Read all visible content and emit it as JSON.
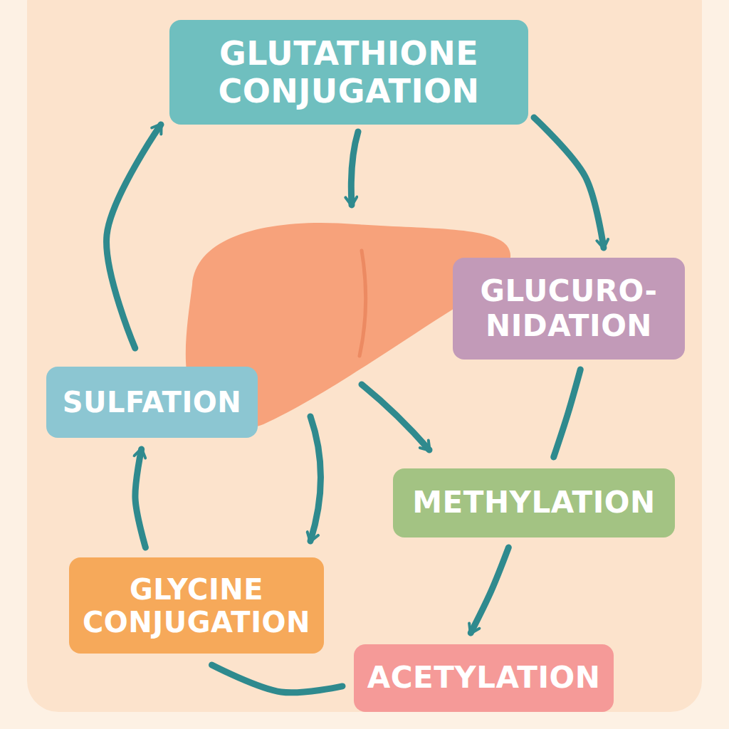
{
  "diagram": {
    "nodes": [
      {
        "text": [
          "GLUTATHIONE CONJUGATION"
        ]
      },
      {
        "text": [
          "GLUCURO- NIDATION"
        ]
      },
      {
        "text": [
          "METHYLATION"
        ]
      },
      {
        "text": [
          "ACETYLATION"
        ]
      },
      {
        "text": [
          "GLYCINE CONJUGATION"
        ]
      },
      {
        "text": [
          "SULFATION"
        ]
      }
    ],
    "edges": [
      {
        "from": 0,
        "to": 1,
        "arrow": "to"
      },
      {
        "from": 1,
        "to": 2,
        "arrow": "none"
      },
      {
        "from": 2,
        "to": 3,
        "arrow": "to"
      },
      {
        "from": 3,
        "to": 4,
        "arrow": "none"
      },
      {
        "from": 4,
        "to": 5,
        "arrow": "to"
      },
      {
        "from": 5,
        "to": 0,
        "arrow": "to"
      }
    ]
  }
}
